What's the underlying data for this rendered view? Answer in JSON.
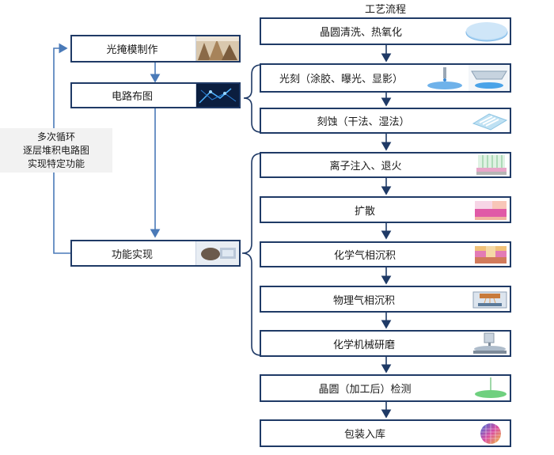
{
  "title": "工艺流程",
  "loop_note": [
    "多次循环",
    "逐层堆积电路图",
    "实现特定功能"
  ],
  "left_steps": [
    {
      "label": "光掩模制作",
      "icon": "mask-fabrication-photo"
    },
    {
      "label": "电路布图",
      "icon": "circuit-layout-photo"
    },
    {
      "label": "功能实现",
      "icon": "function-implementation-photo"
    }
  ],
  "right_steps": [
    {
      "label": "晶圆清洗、热氧化",
      "icon": "wafer-disc-icon"
    },
    {
      "label": "光刻（涂胶、曝光、显影）",
      "icon": "lithography-icon"
    },
    {
      "label": "刻蚀（干法、湿法）",
      "icon": "etching-pattern-icon"
    },
    {
      "label": "离子注入、退火",
      "icon": "ion-implantation-icon"
    },
    {
      "label": "扩散",
      "icon": "diffusion-layer-icon"
    },
    {
      "label": "化学气相沉积",
      "icon": "cvd-layer-icon"
    },
    {
      "label": "物理气相沉积",
      "icon": "pvd-chamber-icon"
    },
    {
      "label": "化学机械研磨",
      "icon": "cmp-machine-icon"
    },
    {
      "label": "晶圆（加工后）检测",
      "icon": "wafer-inspection-icon"
    },
    {
      "label": "包装入库",
      "icon": "finished-wafer-icon"
    }
  ],
  "colors": {
    "border": "#1f3a66",
    "arrow": "#1f3a66",
    "connector": "#4a7ab8",
    "note_bg": "#f2f2f2"
  }
}
